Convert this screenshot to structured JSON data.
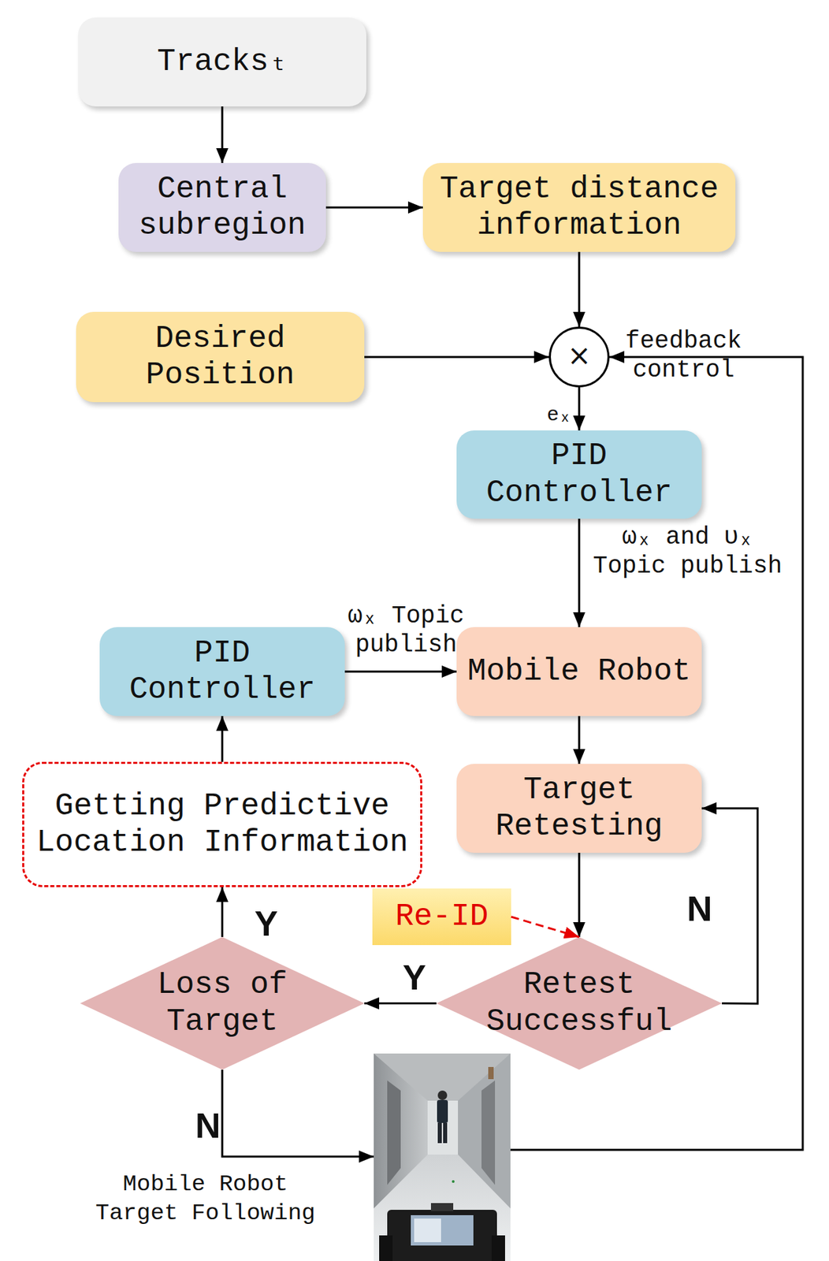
{
  "diagram": {
    "nodes": [
      {
        "text": [
          "Tracksₜ"
        ]
      },
      {
        "text": [
          "Central subregion"
        ]
      },
      {
        "text": [
          "Target distance information"
        ]
      },
      {
        "text": [
          "Desired Position"
        ]
      },
      {
        "text": [
          "×"
        ]
      },
      {
        "text": [
          "PID Controller"
        ]
      },
      {
        "text": [
          "PID Controller"
        ]
      },
      {
        "text": [
          "Mobile Robot"
        ]
      },
      {
        "text": [
          "Getting Predictive Location Information"
        ]
      },
      {
        "text": [
          "Target Retesting"
        ]
      },
      {
        "text": [
          "Re-ID"
        ]
      },
      {
        "text": [
          "Loss of Target"
        ]
      },
      {
        "text": [
          "Retest Successful"
        ]
      },
      {
        "text": [
          "Mobile Robot Target Following"
        ]
      }
    ],
    "edges": [
      {
        "from": 0,
        "to": 1,
        "arrow": "to"
      },
      {
        "from": 1,
        "to": 2,
        "arrow": "to"
      },
      {
        "from": 2,
        "to": 4,
        "arrow": "to"
      },
      {
        "from": 3,
        "to": 4,
        "arrow": "to"
      },
      {
        "from": 4,
        "to": 5,
        "label": "eₓ",
        "arrow": "to"
      },
      {
        "from": 5,
        "to": 7,
        "label": "ωₓ and υₓ Topic publish",
        "arrow": "to"
      },
      {
        "from": 6,
        "to": 7,
        "label": "ωₓ Topic publish",
        "arrow": "to"
      },
      {
        "from": 7,
        "to": 9,
        "arrow": "to"
      },
      {
        "from": 9,
        "to": 12,
        "arrow": "to"
      },
      {
        "from": 12,
        "to": 9,
        "label": "N",
        "arrow": "to"
      },
      {
        "from": 12,
        "to": 11,
        "label": "Y",
        "arrow": "to"
      },
      {
        "from": 11,
        "to": 8,
        "label": "Y",
        "arrow": "to"
      },
      {
        "from": 8,
        "to": 6,
        "arrow": "to"
      },
      {
        "from": 11,
        "to": 13,
        "label": "N",
        "arrow": "to"
      },
      {
        "from": 13,
        "to": 4,
        "label": "feedback control",
        "arrow": "to"
      },
      {
        "from": 10,
        "to": 12,
        "arrow": "to"
      }
    ]
  }
}
